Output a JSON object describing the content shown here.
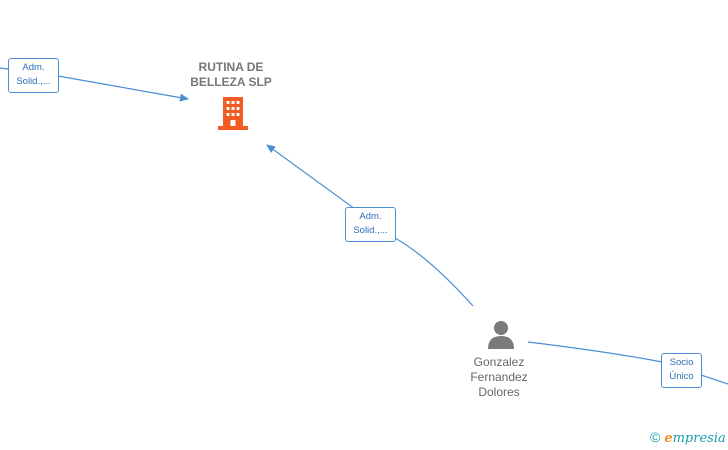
{
  "nodes": {
    "company": {
      "name_line1": "RUTINA DE",
      "name_line2": "BELLEZA  SLP",
      "icon": "building-icon",
      "color": "#f25b22"
    },
    "person": {
      "name_line1": "Gonzalez",
      "name_line2": "Fernandez",
      "name_line3": "Dolores",
      "icon": "person-icon",
      "color": "#7a7a7a"
    }
  },
  "edges": [
    {
      "label_line1": "Adm.",
      "label_line2": "Solid.,..."
    },
    {
      "label_line1": "Adm.",
      "label_line2": "Solid.,..."
    },
    {
      "label_line1": "Socio",
      "label_line2": "Único"
    }
  ],
  "colors": {
    "edge": "#4a8fd6",
    "label_text": "#2f6fb8"
  },
  "footer": {
    "copyright_symbol": "©",
    "brand_first": "e",
    "brand_rest": "mpresia"
  }
}
